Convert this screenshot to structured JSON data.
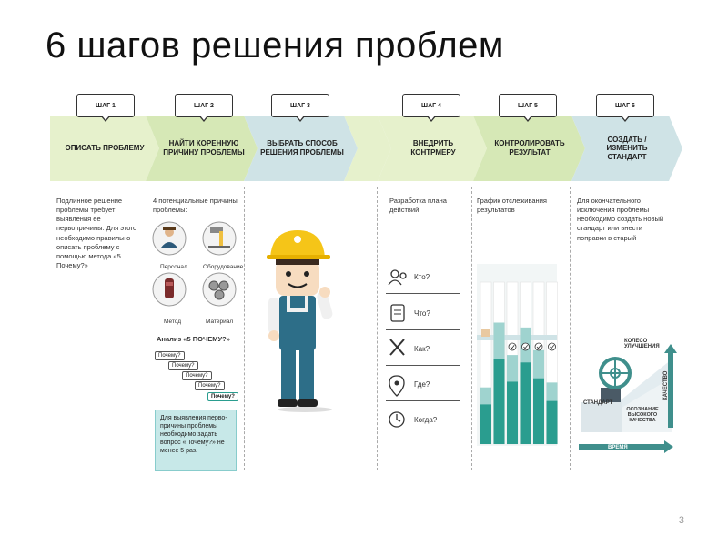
{
  "title": "6 шагов решения проблем",
  "steps": [
    {
      "badge": "ШАГ 1",
      "label": "ОПИСАТЬ ПРОБЛЕМУ"
    },
    {
      "badge": "ШАГ 2",
      "label": "НАЙТИ КОРЕННУЮ ПРИЧИНУ ПРОБЛЕМЫ"
    },
    {
      "badge": "ШАГ 3",
      "label": "ВЫБРАТЬ СПОСОБ РЕШЕНИЯ ПРОБЛЕМЫ"
    },
    {
      "badge": "ШАГ 4",
      "label": "ВНЕДРИТЬ КОНТРМЕРУ"
    },
    {
      "badge": "ШАГ 5",
      "label": "КОНТРОЛИРОВАТЬ РЕЗУЛЬТАТ"
    },
    {
      "badge": "ШАГ 6",
      "label": "СОЗДАТЬ / ИЗМЕНИТЬ СТАНДАРТ"
    }
  ],
  "colors": {
    "chevron_light": "#e6f1cc",
    "chevron_green": "#d6e8b6",
    "chevron_blue": "#cfe3e6",
    "teal_dark": "#2a9d8f",
    "teal_light": "#9fd3cf",
    "helmet": "#f5c518"
  },
  "col1": {
    "text": "Подлинное решение проблемы требует выявления ее первопричины. Для этого необходимо правильно описать проблему с помощью метода «5 Почему?»"
  },
  "col2": {
    "intro": "4 потенциальные причины проблемы:",
    "causes": [
      "Персонал",
      "Оборудование",
      "Метод",
      "Материал"
    ],
    "analysis": "Анализ «5 ПОЧЕМУ?»",
    "why": "Почему?",
    "note": "Для выявления перво-причины проблемы необходимо задать вопрос «Почему?» не менее 5 раз."
  },
  "col4": {
    "text": "Разработка плана действий",
    "questions": [
      "Кто?",
      "Что?",
      "Как?",
      "Где?",
      "Когда?"
    ]
  },
  "col5": {
    "text": "График отслеживания результатов",
    "bars": [
      0.35,
      0.75,
      0.55,
      0.72,
      0.58,
      0.38
    ]
  },
  "col6": {
    "text": "Для окончательного исключения проблемы необходимо создать новый стандарт или внести поправки в старый",
    "wheel": "КОЛЕСО УЛУЧШЕНИЯ",
    "standard": "СТАНДАРТ",
    "awareness": "ОСОЗНАНИЕ ВЫСОКОГО КАЧЕСТВА",
    "quality": "КАЧЕСТВО",
    "time": "ВРЕМЯ"
  },
  "page_number": "3"
}
